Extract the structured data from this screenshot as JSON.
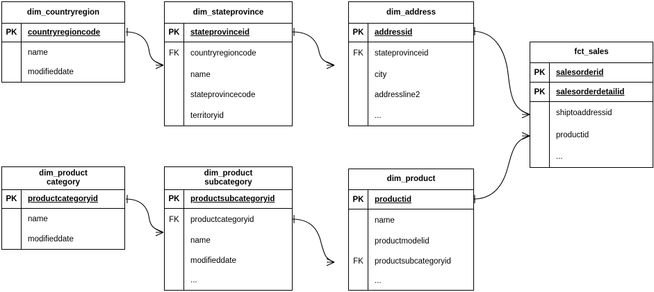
{
  "diagram": {
    "kind": "entity-relationship-diagram",
    "background_color": "#ffffff",
    "line_color": "#000000",
    "text_color": "#000000"
  },
  "entities": {
    "dim_countryregion": {
      "title": "dim_countryregion",
      "title_line2": "",
      "pk_label": "PK",
      "pk_rows": [
        {
          "key": "PK",
          "name": "countryregioncode"
        }
      ],
      "attributes": [
        {
          "key": "",
          "name": "name"
        },
        {
          "key": "",
          "name": "modifieddate"
        }
      ]
    },
    "dim_stateprovince": {
      "title": "dim_stateprovince",
      "title_line2": "",
      "pk_rows": [
        {
          "key": "PK",
          "name": "stateprovinceid"
        }
      ],
      "attributes": [
        {
          "key": "FK",
          "name": "countryregioncode"
        },
        {
          "key": "",
          "name": "name"
        },
        {
          "key": "",
          "name": "stateprovincecode"
        },
        {
          "key": "",
          "name": "territoryid"
        }
      ]
    },
    "dim_address": {
      "title": "dim_address",
      "title_line2": "",
      "pk_rows": [
        {
          "key": "PK",
          "name": "addressid"
        }
      ],
      "attributes": [
        {
          "key": "FK",
          "name": "stateprovinceid"
        },
        {
          "key": "",
          "name": "city"
        },
        {
          "key": "",
          "name": "addressline2"
        },
        {
          "key": "",
          "name": "..."
        }
      ]
    },
    "fct_sales": {
      "title": "fct_sales",
      "title_line2": "",
      "pk_rows": [
        {
          "key": "PK",
          "name": "salesorderid"
        },
        {
          "key": "PK",
          "name": "salesorderdetailid"
        }
      ],
      "attributes": [
        {
          "key": "",
          "name": "shiptoaddressid"
        },
        {
          "key": "",
          "name": "productid"
        },
        {
          "key": "",
          "name": "..."
        }
      ]
    },
    "dim_productcategory": {
      "title": "dim_product",
      "title_line2": "category",
      "pk_rows": [
        {
          "key": "PK",
          "name": "productcategoryid"
        }
      ],
      "attributes": [
        {
          "key": "",
          "name": "name"
        },
        {
          "key": "",
          "name": "modifieddate"
        }
      ]
    },
    "dim_productsubcategory": {
      "title": "dim_product",
      "title_line2": "subcategory",
      "pk_rows": [
        {
          "key": "PK",
          "name": "productsubcategoryid"
        }
      ],
      "attributes": [
        {
          "key": "FK",
          "name": "productcategoryid"
        },
        {
          "key": "",
          "name": "name"
        },
        {
          "key": "",
          "name": "modifieddate"
        },
        {
          "key": "",
          "name": "..."
        }
      ]
    },
    "dim_product": {
      "title": "dim_product",
      "title_line2": "",
      "pk_rows": [
        {
          "key": "PK",
          "name": "productid"
        }
      ],
      "attributes": [
        {
          "key": "",
          "name": "name"
        },
        {
          "key": "",
          "name": "productmodelid"
        },
        {
          "key": "FK",
          "name": "productsubcategoryid"
        },
        {
          "key": "",
          "name": "..."
        }
      ]
    }
  },
  "relationships": [
    {
      "from": "dim_countryregion.countryregioncode",
      "to": "dim_stateprovince.countryregioncode"
    },
    {
      "from": "dim_stateprovince.stateprovinceid",
      "to": "dim_address.stateprovinceid"
    },
    {
      "from": "dim_address.addressid",
      "to": "fct_sales.shiptoaddressid"
    },
    {
      "from": "dim_product.productid",
      "to": "fct_sales.productid"
    },
    {
      "from": "dim_productcategory.productcategoryid",
      "to": "dim_productsubcategory.productcategoryid"
    },
    {
      "from": "dim_productsubcategory.productcategoryid",
      "to": "dim_product.productsubcategoryid"
    }
  ]
}
